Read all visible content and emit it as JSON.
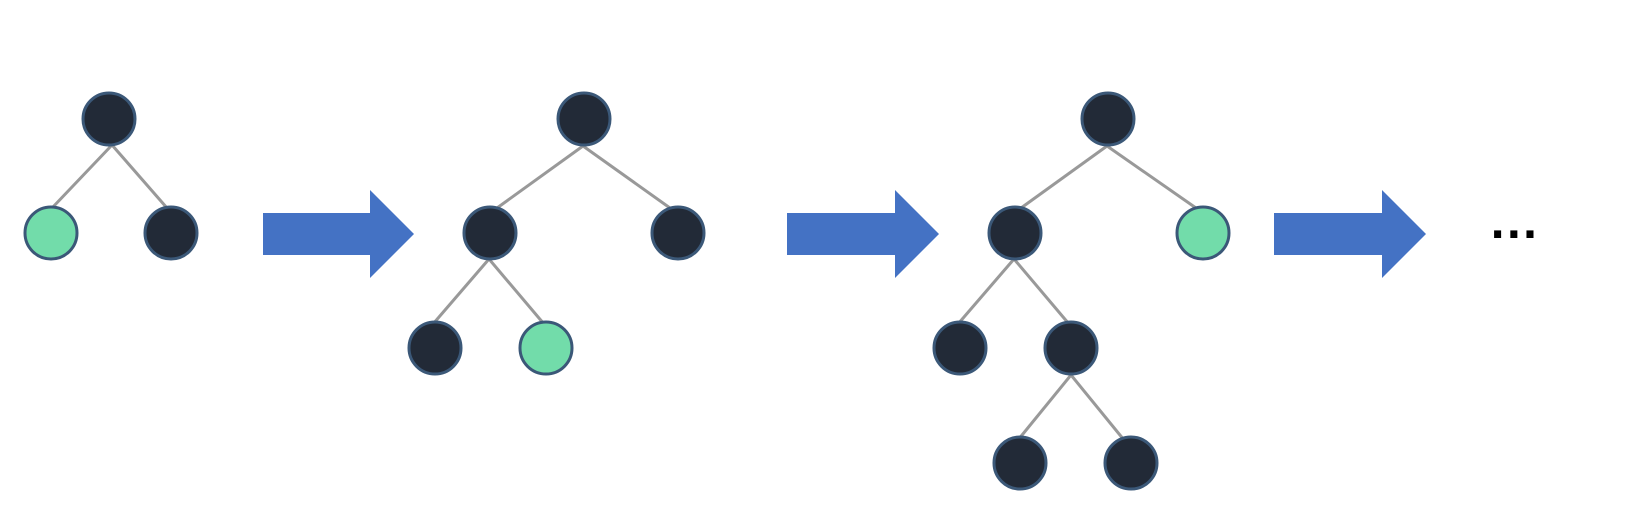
{
  "diagram": {
    "ellipsis": "...",
    "colors": {
      "node_default": "#222a37",
      "node_highlight": "#72dcaa",
      "node_stroke": "#3b5878",
      "edge": "#999999",
      "arrow": "#4472c4"
    },
    "stages": [
      {
        "nodes": [
          "default",
          "highlight",
          "default"
        ]
      },
      {
        "nodes": [
          "default",
          "default",
          "default",
          "default",
          "highlight"
        ]
      },
      {
        "nodes": [
          "default",
          "default",
          "highlight",
          "default",
          "default",
          "default",
          "default"
        ]
      }
    ]
  }
}
